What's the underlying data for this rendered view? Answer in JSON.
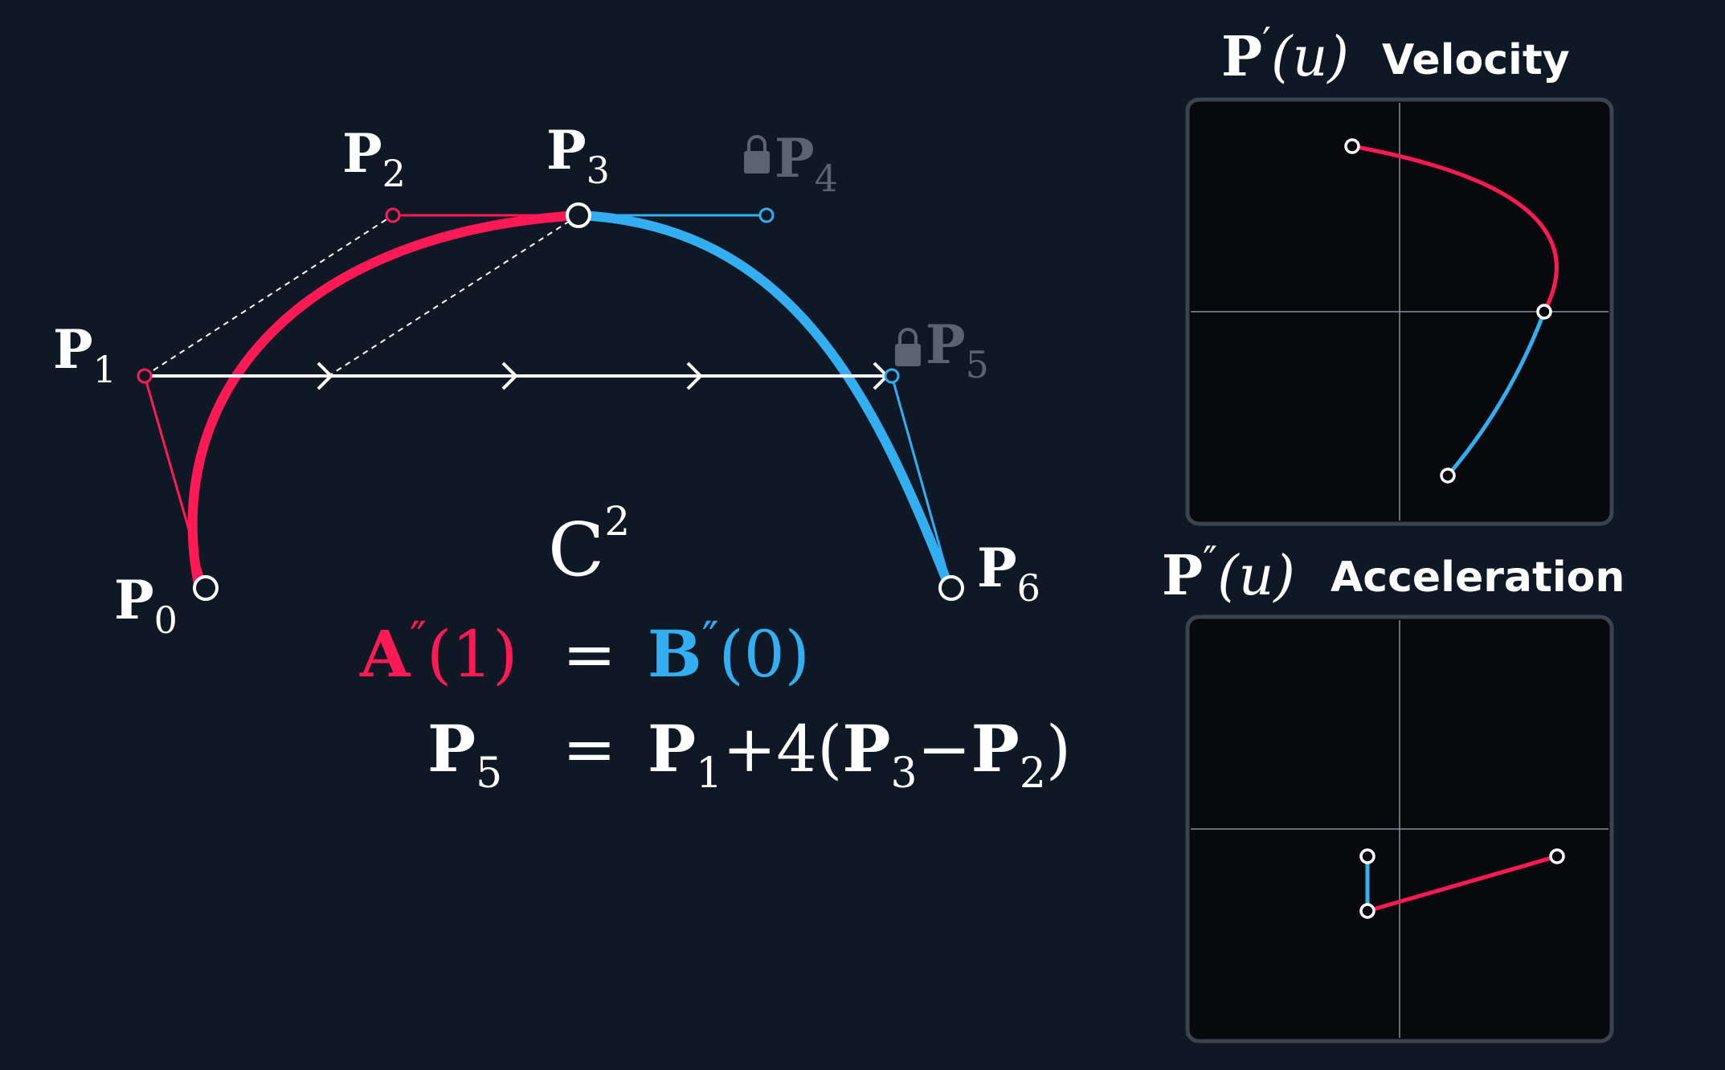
{
  "colors": {
    "background": "#0f1926",
    "curve_a": "#ff1a55",
    "curve_b": "#33aef0",
    "white": "#ffffff",
    "locked": "#5a6470",
    "panel_bg": "#07090c",
    "panel_border": "#3a434e"
  },
  "points": {
    "p0": {
      "base": "P",
      "sub": "0"
    },
    "p1": {
      "base": "P",
      "sub": "1"
    },
    "p2": {
      "base": "P",
      "sub": "2"
    },
    "p3": {
      "base": "P",
      "sub": "3"
    },
    "p4": {
      "base": "P",
      "sub": "4",
      "locked": true
    },
    "p5": {
      "base": "P",
      "sub": "5",
      "locked": true
    },
    "p6": {
      "base": "P",
      "sub": "6"
    }
  },
  "icons": {
    "p4_lock": "lock-icon",
    "p5_lock": "lock-icon",
    "arrow": "chevron-right-icon"
  },
  "continuity": {
    "base": "C",
    "sup": "2"
  },
  "equation_1": {
    "lhs_base": "A",
    "lhs_prime": "″",
    "lhs_arg": "(1)",
    "equals": "=",
    "rhs_base": "B",
    "rhs_prime": "″",
    "rhs_arg": "(0)"
  },
  "equation_2": {
    "lhs_base": "P",
    "lhs_sub": "5",
    "equals": "=",
    "t1_base": "P",
    "t1_sub": "1",
    "plus": "+4(",
    "t2_base": "P",
    "t2_sub": "3",
    "minus": "−",
    "t3_base": "P",
    "t3_sub": "2",
    "close": ")"
  },
  "velocity_panel": {
    "symbol_base": "P",
    "symbol_prime": "′",
    "symbol_arg": "(u)",
    "title": "Velocity"
  },
  "acceleration_panel": {
    "symbol_base": "P",
    "symbol_prime": "″",
    "symbol_arg": "(u)",
    "title": "Acceleration"
  }
}
